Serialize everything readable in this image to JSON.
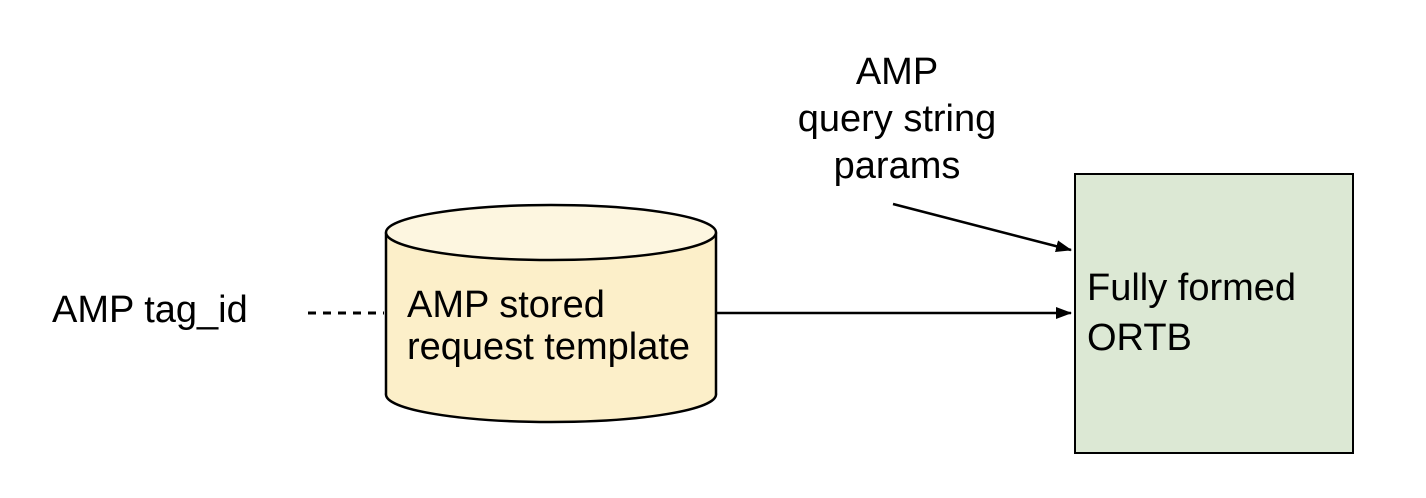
{
  "canvas": {
    "background": "#ffffff",
    "line_color": "#000000",
    "text_color": "#000000"
  },
  "labels": {
    "amp_tag_id": "AMP tag_id",
    "amp_query_params": "AMP\nquery string\nparams"
  },
  "nodes": {
    "stored_request": {
      "shape": "cylinder",
      "label": "AMP stored\nrequest template",
      "fill": "#fcefc9",
      "top_fill": "#fdf6e0",
      "border_color": "#000000"
    },
    "ortb": {
      "shape": "rectangle",
      "label": "Fully formed\nORTB",
      "fill": "#dce8d4",
      "border_color": "#000000"
    }
  },
  "connectors": [
    {
      "id": "tag-id-to-stored-request",
      "from": "amp_tag_id",
      "to": "stored_request",
      "style": "dashed",
      "arrowhead": false
    },
    {
      "id": "stored-request-to-ortb",
      "from": "stored_request",
      "to": "ortb",
      "style": "solid",
      "arrowhead": true
    },
    {
      "id": "query-params-to-ortb",
      "from": "amp_query_params",
      "to": "ortb",
      "style": "solid",
      "arrowhead": true
    }
  ]
}
